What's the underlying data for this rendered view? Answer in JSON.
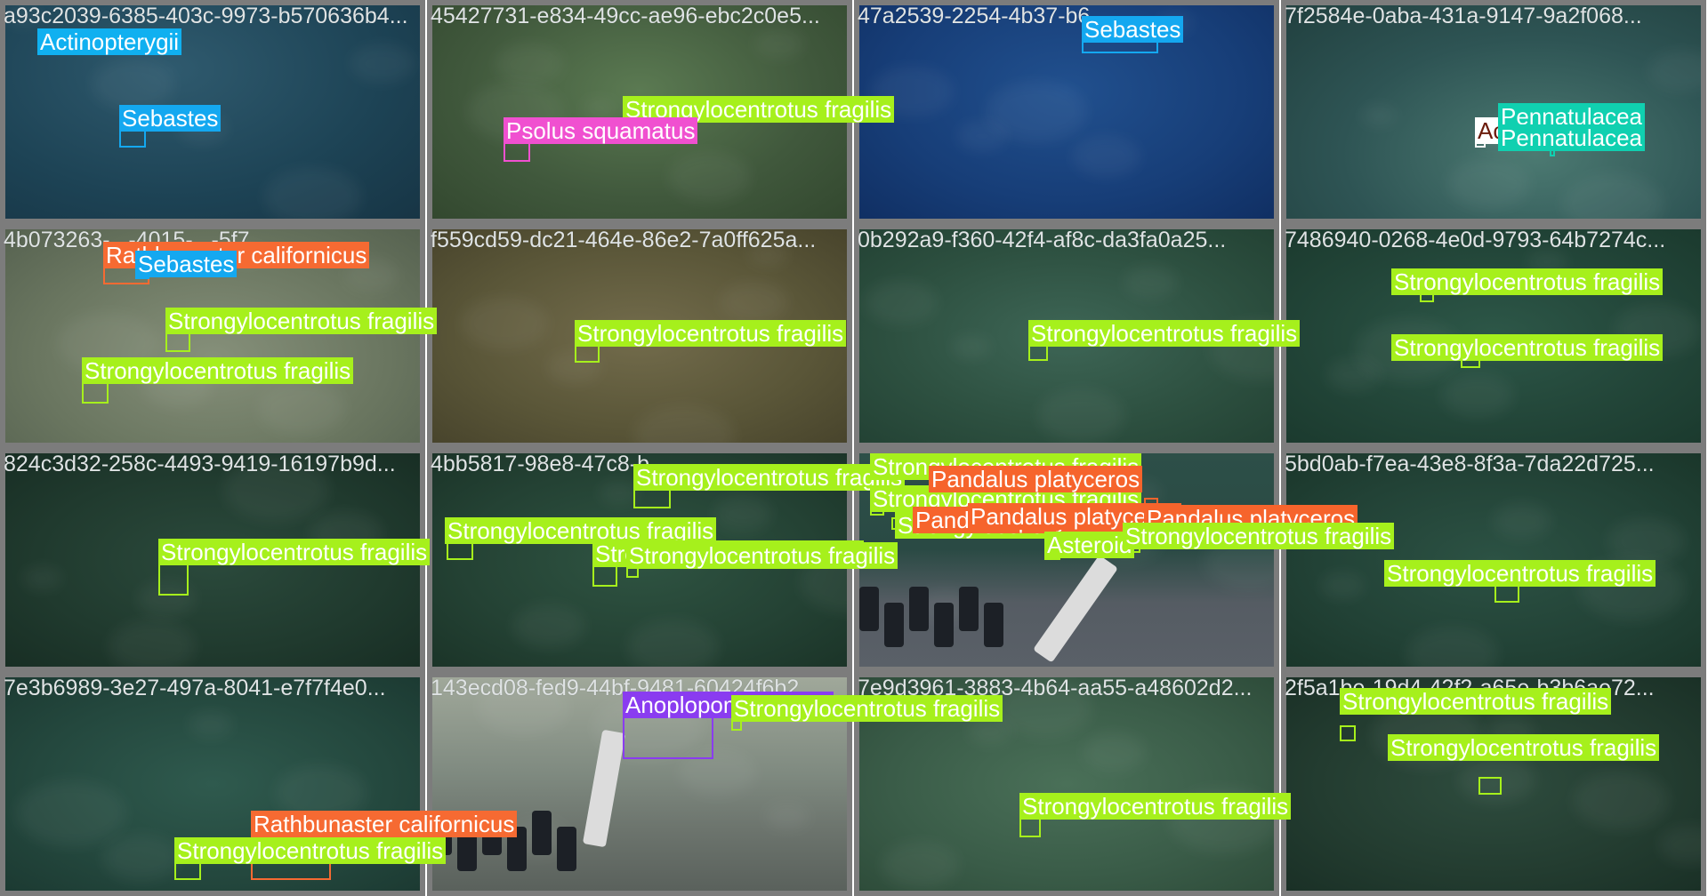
{
  "colors": {
    "Actinopterygii": "#10b0f0",
    "Sebastes": "#14a8f0",
    "Strongylocentrotus fragilis": "#a6f01c",
    "Psolus squamatus": "#f050d0",
    "Rathbunaster californicus": "#f66a32",
    "Pandalus platyceros": "#f6642c",
    "Pennatulacea": "#10d0b0",
    "Anoplopoma fimbria": "#8a3cf0",
    "Asteroidea": "#a6f01c",
    "Actiniaria": "#ffffff"
  },
  "tiles": [
    {
      "title": "a93c2039-6385-403c-9973-b570636b4...",
      "labels": [
        "Actinopterygii",
        "Sebastes"
      ]
    },
    {
      "title": "45427731-e834-49cc-ae96-ebc2c0e5...",
      "labels": [
        "Strongylocentrotus fragilis",
        "Psolus squamatus"
      ]
    },
    {
      "title": "47a2539-2254-4b37-b6...",
      "labels": [
        "Sebastes"
      ]
    },
    {
      "title": "7f2584e-0aba-431a-9147-9a2f068...",
      "labels": [
        "Ac",
        "Pennatulacea",
        "Pennatulacea"
      ]
    },
    {
      "title": "4b073263-...-4015-...-5f7...",
      "labels": [
        "Rathbunaster californicus",
        "Sebastes",
        "Strongylocentrotus fragilis",
        "Strongylocentrotus fragilis"
      ]
    },
    {
      "title": "f559cd59-dc21-464e-86e2-7a0ff625a...",
      "labels": [
        "Strongylocentrotus fragilis"
      ]
    },
    {
      "title": "0b292a9-f360-42f4-af8c-da3fa0a25...",
      "labels": [
        "Strongylocentrotus fragilis"
      ]
    },
    {
      "title": "7486940-0268-4e0d-9793-64b7274c...",
      "labels": [
        "Strongylocentrotus fragilis",
        "Strongylocentrotus fragilis"
      ]
    },
    {
      "title": "824c3d32-258c-4493-9419-16197b9d...",
      "labels": [
        "Strongylocentrotus fragilis"
      ]
    },
    {
      "title": "4bb5817-98e8-47c8-b...",
      "labels": [
        "Strongylocentrotus fragilis",
        "Strongylocentrotus fragilis",
        "Strongylocentrotus fragilis",
        "Strongylocentrotus fragilis"
      ]
    },
    {
      "title": "",
      "labels": [
        "Strongylocentrotus fragilis",
        "Strongylocentrotus fragilis",
        "Strongylocentrotus fragilis",
        "Pandalus platyceros",
        "Pandalus platyceros",
        "Pandalus platyceros",
        "Pandalus platyceros",
        "Asteroid",
        "Strongylocentrotus fragilis"
      ]
    },
    {
      "title": "5bd0ab-f7ea-43e8-8f3a-7da22d725...",
      "labels": [
        "Strongylocentrotus fragilis"
      ]
    },
    {
      "title": "7e3b6989-3e27-497a-8041-e7f7f4e0...",
      "labels": [
        "Rathbunaster californicus",
        "Strongylocentrotus fragilis"
      ]
    },
    {
      "title": "143ecd08-fed9-44bf-9481-60424f6b2...",
      "labels": [
        "Anoplopoma fimbria",
        "Strongylocentrotus fragilis"
      ]
    },
    {
      "title": "7e9d3961-3883-4b64-aa55-a48602d2...",
      "labels": [
        "Strongylocentrotus fragilis"
      ]
    },
    {
      "title": "2f5a1be-19d4-42f2-a65e-b3b6ae72...",
      "labels": [
        "Strongylocentrotus fragilis",
        "Strongylocentrotus fragilis"
      ]
    }
  ]
}
